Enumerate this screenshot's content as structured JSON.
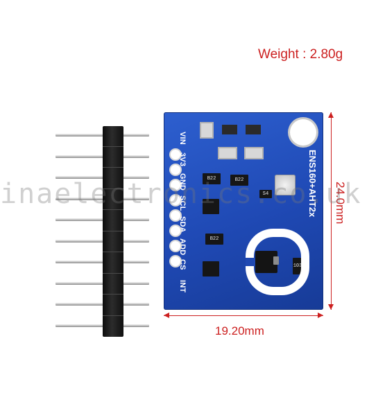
{
  "weight_label": "Weight : 2.80g",
  "board": {
    "name": "ENS160+AHT2x",
    "pin_labels": [
      "VIN",
      "3V3",
      "GND",
      "SCL",
      "SDA",
      "ADD",
      "CS",
      "INT"
    ],
    "chip_markings": [
      "B22",
      "B22",
      "B22",
      "S4",
      "103"
    ]
  },
  "header": {
    "pin_count": 10
  },
  "dimensions": {
    "width": "19.20mm",
    "height": "24.0mm"
  },
  "colors": {
    "pcb": "#1f49b4",
    "dimension": "#cc1f1f",
    "silkscreen": "#ffffff",
    "header_housing": "#111111"
  }
}
